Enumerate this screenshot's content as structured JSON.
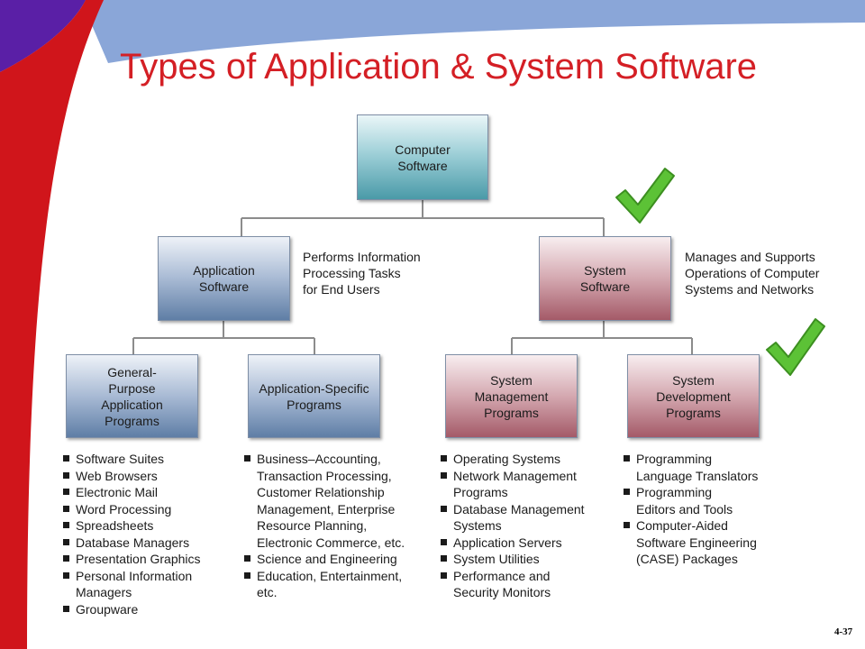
{
  "slide": {
    "title": "Types of Application & System Software",
    "page_number": "4-37"
  },
  "colors": {
    "title": "#d41f25",
    "band_red": "#d0151b",
    "band_purple": "#5a1fa6",
    "band_blue": "#7f9fd6",
    "check_green": "#5cc236"
  },
  "diagram": {
    "root": "Computer\nSoftware",
    "application_software": {
      "label": "Application\nSoftware",
      "description": "Performs Information\nProcessing Tasks\nfor End Users"
    },
    "system_software": {
      "label": "System\nSoftware",
      "description": "Manages and Supports\nOperations of Computer\nSystems and Networks"
    },
    "leaves": [
      {
        "label": "General-\nPurpose\nApplication\nPrograms",
        "items": [
          "Software Suites",
          "Web Browsers",
          "Electronic Mail",
          "Word Processing",
          "Spreadsheets",
          "Database Managers",
          "Presentation Graphics",
          "Personal Information\nManagers",
          "Groupware"
        ]
      },
      {
        "label": "Application-Specific\nPrograms",
        "items": [
          "Business–Accounting,\nTransaction Processing,\nCustomer Relationship\nManagement, Enterprise\nResource Planning,\nElectronic Commerce, etc.",
          "Science and Engineering",
          "Education, Entertainment,\netc."
        ]
      },
      {
        "label": "System\nManagement\nPrograms",
        "items": [
          "Operating Systems",
          "Network Management\nPrograms",
          "Database Management\nSystems",
          "Application Servers",
          "System Utilities",
          "Performance and\nSecurity Monitors"
        ]
      },
      {
        "label": "System\nDevelopment\nPrograms",
        "items": [
          "Programming\nLanguage Translators",
          "Programming\nEditors and Tools",
          "Computer-Aided\nSoftware Engineering\n(CASE) Packages"
        ]
      }
    ],
    "checkmark_icons": [
      "checkmark-icon",
      "checkmark-icon"
    ]
  }
}
